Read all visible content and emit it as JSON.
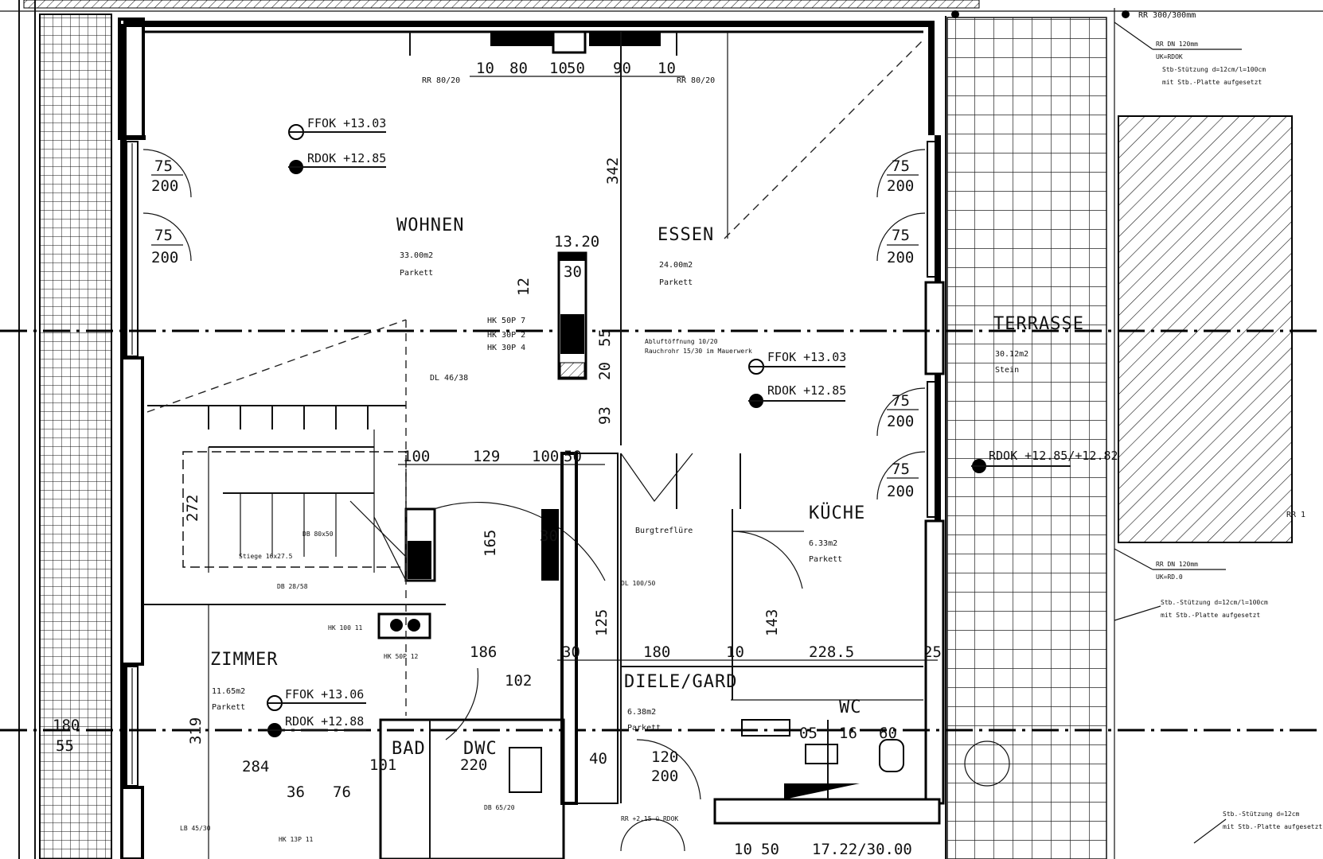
{
  "rooms": {
    "wohnen": {
      "name": "WOHNEN",
      "area": "33.00m2",
      "floor": "Parkett"
    },
    "essen": {
      "name": "ESSEN",
      "area": "24.00m2",
      "floor": "Parkett"
    },
    "kueche": {
      "name": "KÜCHE",
      "area": "6.33m2",
      "floor": "Parkett"
    },
    "terrasse": {
      "name": "TERRASSE",
      "area": "30.12m2",
      "floor": "Stein"
    },
    "zimmer": {
      "name": "ZIMMER",
      "area": "11.65m2",
      "floor": "Parkett"
    },
    "diele": {
      "name": "DIELE/GARD",
      "area": "6.38m2",
      "floor": "Parkett"
    },
    "wc": {
      "name": "WC"
    },
    "bad": {
      "name": "BAD"
    },
    "dwc": {
      "name": "DWC"
    },
    "flur": {
      "name": "Burgtreflüre"
    }
  },
  "levels": {
    "wohnen_ffok": "FFOK +13.03",
    "wohnen_rdok": "RDOK +12.85",
    "essen_ffok": "FFOK +13.03",
    "essen_rdok": "RDOK +12.85",
    "zimmer_ffok": "FFOK +13.06",
    "zimmer_rdok": "RDOK +12.88",
    "terrasse_rdok": "RDOK +12.85/+12.82",
    "top_rr": "RR 300/300mm",
    "side_rr": "RR 1"
  },
  "dims": {
    "win_left_1": "75",
    "win_left_1b": "200",
    "win_left_2": "75",
    "win_left_2b": "200",
    "win_right_1": "75",
    "win_right_1b": "200",
    "win_right_2": "75",
    "win_right_2b": "200",
    "win_right_3": "75",
    "win_right_3b": "200",
    "win_right_4": "75",
    "win_right_4b": "200",
    "top_10a": "10",
    "top_80": "80",
    "top_10b": "10",
    "top_50": "50",
    "top_90": "90",
    "top_10c": "10",
    "chimney_13": "13.20",
    "chimney_30": "30",
    "d_342": "342",
    "d_12": "12",
    "d_55": "55",
    "d_20": "20",
    "d_93": "93",
    "d_100a": "100",
    "d_129": "129",
    "d_100b": "100",
    "d_50": "50",
    "d_272": "272",
    "d_165": "165",
    "d_30a": "30",
    "d_125": "125",
    "d_30b": "30",
    "d_180": "180",
    "d_10": "10",
    "d_143": "143",
    "d_228": "228.5",
    "d_25": "25",
    "d_186": "186",
    "d_102": "102",
    "d_284": "284",
    "d_36": "36",
    "d_76": "76",
    "d_40": "40",
    "d_120": "120",
    "d_200": "200",
    "d_101": "101",
    "d_220": "220",
    "d_05": "05",
    "d_16": "16",
    "d_60": "60",
    "d_10b": "10",
    "d_50b": "50",
    "d_1717": "17.22/30.00",
    "d_183": "180",
    "d_55b": "55",
    "d_319": "319"
  },
  "notes": {
    "top_left_note": "RR 80/20",
    "top_mid_note": "RR 80/20",
    "roof_note_1": "RR DN 120mm",
    "roof_note_2": "UK=RDOK",
    "roof_note_3": "Stb-Stützung d=12cm/l=100cm",
    "roof_note_4": "mit Stb.-Platte aufgesetzt",
    "roof_note_5": "RR DN 120mm",
    "roof_note_6": "UK=RD.0",
    "roof_note_7": "Stb.-Stützung d=12cm/l=100cm",
    "roof_note_8": "mit Stb.-Platte aufgesetzt",
    "roof_note_9": "Stb.-Stützung d=12cm",
    "roof_note_10": "mit Stb.-Platte aufgesetzt",
    "chimney_1": "HK 50P 7",
    "chimney_2": "HK 30P 2",
    "chimney_3": "HK 30P 4",
    "chimney_note": "DL 46/38",
    "kitchen_note": "Rauchrohr 15/30 im Mauerwerk",
    "stair_note": "Stiege 16x27.5",
    "stair_dn": "DB 28/58",
    "stair_dn2": "DB 80x50",
    "hk_note": "HK 100 11",
    "hk_note2": "HK 50P 12",
    "diele_vent": "DL 100/50",
    "vent_kueche": "Abluftöffnung 10/20",
    "bottom_note": "LB 45/30",
    "bottom_note2": "DB 65/20",
    "bottom_note3": "HK 13P 11",
    "bottom_level": "RR +2.15 ü RDOK"
  }
}
